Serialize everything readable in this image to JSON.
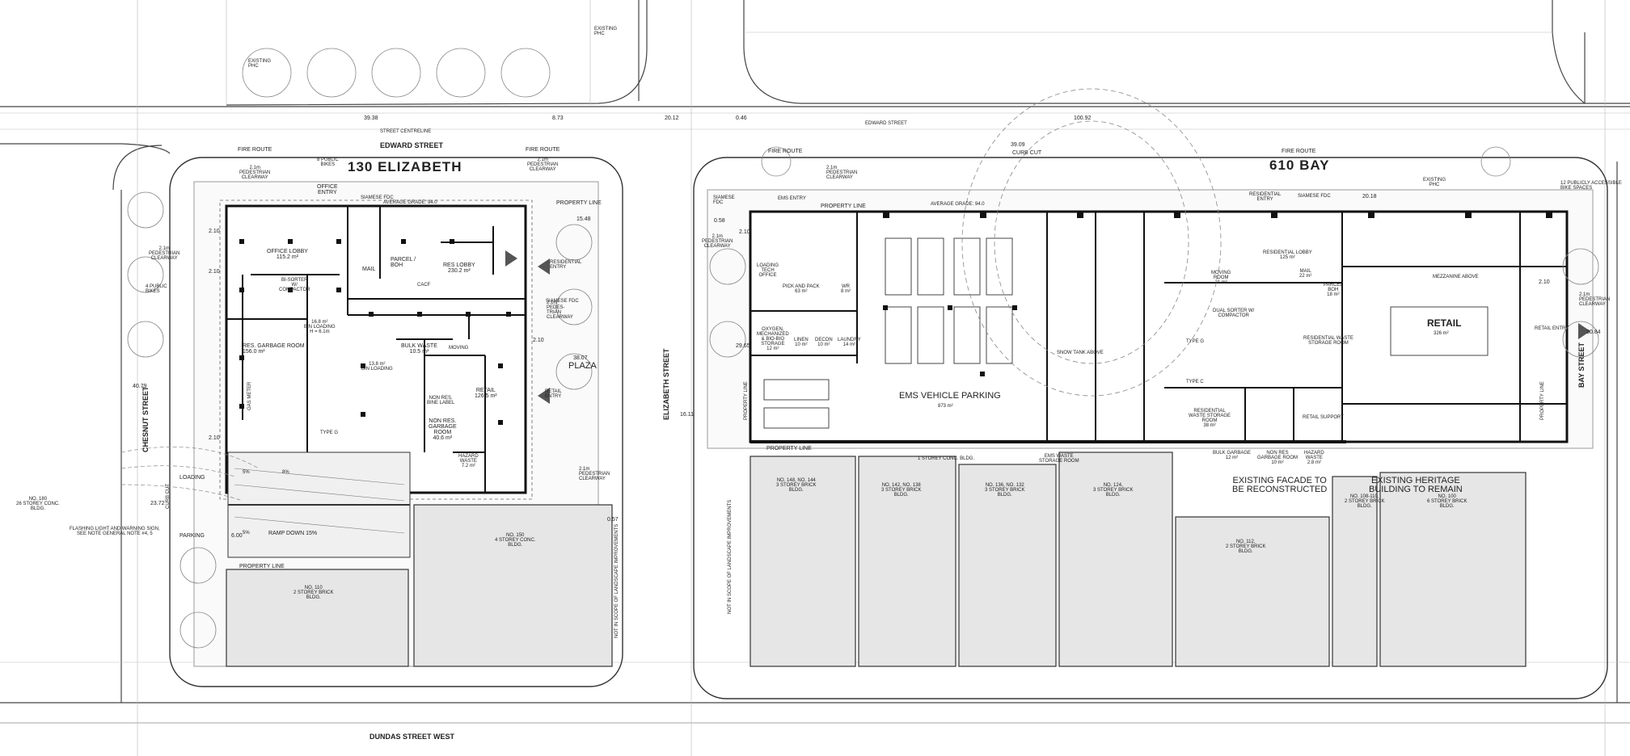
{
  "streets": {
    "edward": "EDWARD STREET",
    "edward_small": "EDWARD STREET",
    "dundas": "DUNDAS STREET WEST",
    "elizabeth": "ELIZABETH STREET",
    "chesnut": "CHESNUT STREET",
    "bay": "BAY STREET",
    "centreline": "STREET CENTRELINE"
  },
  "sites": {
    "left": "130 ELIZABETH",
    "right": "610 BAY"
  },
  "dimensions": {
    "d1": "39.38",
    "d2": "8.73",
    "d3": "20.12",
    "d4": "0.46",
    "d5": "100.92",
    "d6": "39.09",
    "d7": "15.48",
    "d8": "2.10",
    "d9": "2.10",
    "d10": "2.10",
    "d11": "2.10",
    "d12": "29.65",
    "d13": "16.11",
    "d14": "0.57",
    "d15": "30.84",
    "d16": "38.07",
    "d17": "40.79",
    "d18": "23.72",
    "d19": "20.18",
    "d20": "0.58",
    "d21": "2.10",
    "d22": "6.00",
    "d23": "2.10",
    "d24": "2.10"
  },
  "left_site": {
    "fire_route": "FIRE ROUTE",
    "fire_route_2": "FIRE ROUTE",
    "pedestrian_clearway_n": "2.1m\nPEDESTRIAN\nCLEARWAY",
    "pedestrian_clearway_ne": "2.1m\nPEDESTRIAN\nCLEARWAY",
    "pedestrian_clearway_w": "2.1m\nPEDESTRIAN\nCLEARWAY",
    "pedestrian_clearway_e": "2.1m\nPEDES-\nTRIAN\nCLEARWAY",
    "pedestrian_clearway_se": "2.1m\nPEDESTRIAN\nCLEARWAY",
    "public_bikes_n": "8 PUBLIC\nBIKES",
    "public_bikes_w": "4 PUBLIC\nBIKES",
    "office_entry": "OFFICE\nENTRY",
    "siamese": "SIAMESE FDC",
    "siamese_e": "SIAMESE FDC",
    "avg_grade": "AVERAGE GRADE: 94.0",
    "property_line": "PROPERTY LINE",
    "property_line_s": "PROPERTY LINE",
    "existing_phc": "EXISTING\nPHC",
    "existing_phc_2": "EXISTING\nPHC",
    "office_lobby": "OFFICE LOBBY\n115.2 m²",
    "parcel": "PARCEL /\nBOH",
    "mail": "MAIL",
    "res_lobby": "RES LOBBY\n230.2 m²",
    "cacf": "CACF",
    "residential_entry": "RESIDENTIAL\nENTRY",
    "bi_sorter": "BI-SORTER\nW/\nCOMPACTOR",
    "bin_loading": "16.8 m²\nBIN LOADING\nH = 6.1m",
    "res_garbage": "RES. GARBAGE ROOM\n156.0 m²",
    "bin_loading_2": "13.8 m²\nBIN LOADING",
    "bulk_waste": "BULK WASTE\n10.5 m²",
    "moving": "MOVING",
    "non_res_bin": "NON RES.\nBINE LABEL",
    "non_res_garbage": "NON RES.\nGARBAGE\nROOM\n40.6 m²",
    "retail": "RETAIL\n126.5 m²",
    "retail_entry": "RETAIL\nENTRY",
    "hazard": "HAZARD\nWASTE\n7.2 m²",
    "plaza": "PLAZA",
    "gas_meter": "GAS METER",
    "loading": "LOADING",
    "parking": "PARKING",
    "ramp_down": "RAMP DOWN 15%",
    "flashing": "FLASHING LIGHT AND WARNING SIGN,\nSEE NOTE GENERAL NOTE #4, 5",
    "curb_cut": "CURB CUT",
    "no_180": "NO. 180\n26 STOREY CONC.\nBLDG.",
    "no_150": "NO. 150\n4 STOREY CONC.\nBLDG.",
    "no_110": "NO. 110\n2 STOREY BRICK\nBLDG.",
    "not_in_scope": "NOT IN SCOPE OF LANDSCAPE IMPROVEMENTS",
    "type_g": "TYPE G",
    "slope_1": "5%",
    "slope_2": "8%",
    "slope_3": "5%"
  },
  "right_site": {
    "fire_route_1": "FIRE ROUTE",
    "fire_route_2": "FIRE ROUTE",
    "curb_cut": "CURB CUT",
    "pedestrian_n": "2.1m\nPEDESTRIAN\nCLEARWAY",
    "pedestrian_w": "2.1m\nPEDESTRIAN\nCLEARWAY",
    "pedestrian_e": "2.1m\nPEDESTRIAN\nCLEARWAY",
    "siamese_1": "SIAMESE\nFDC",
    "siamese_2": "SIAMESE FDC",
    "ems_entry": "EMS ENTRY",
    "property_line": "PROPERTY LINE",
    "property_line_s": "PROPERTY LINE",
    "property_line_w": "PROPERTY LINE",
    "property_line_e": "PROPERTY LINE",
    "avg_grade": "AVERAGE GRADE: 94.0",
    "residential_entry": "RESIDENTIAL\nENTRY",
    "existing_phc": "EXISTING\nPHC",
    "accessible_bikes": "12 PUBLICLY ACCESSIBLE\nBIKE SPACES",
    "loading_tech": "LOADING\nTECH\nOFFICE",
    "pick_and_pack": "PICK AND PACK\n63 m²",
    "wr": "WR\n8 m²",
    "oxygen": "OXYGEN,\nMECHANIZED\n& BIO-BIO\nSTORAGE\n12 m²",
    "linen": "LINEN\n10 m²",
    "decon": "DECON\n10 m²",
    "laundry": "LAUNDRY\n14 m²",
    "ems_parking": "EMS VEHICLE PARKING",
    "ems_parking_area": "873 m²",
    "snow_tank": "SNOW TANK ABOVE",
    "residential_lobby": "RESIDENTIAL LOBBY\n125 m²",
    "moving_room": "MOVING\nROOM\n21 m²",
    "mail": "MAIL\n22 m²",
    "parcel_boh": "PARCEL\nBOH\n18 m²",
    "dual_sorter": "DUAL SORTER W/\nCOMPACTOR",
    "residential_waste": "RESIDENTIAL WASTE\nSTORAGE ROOM",
    "type_g": "TYPE G",
    "type_c": "TYPE C",
    "res_waste_room": "RESIDENTIAL\nWASTE STORAGE\nROOM\n38 m²",
    "bulk_garbage": "BULK GARBAGE\n12 m²",
    "non_res_garbage": "NON RES\nGARBAGE ROOM\n10 m²",
    "hazard_waste": "HAZARD\nWASTE\n2.8 m²",
    "ems_waste": "EMS WASTE\nSTORAGE ROOM",
    "retail_support": "RETAIL SUPPORT",
    "retail": "RETAIL",
    "retail_area": "326 m²",
    "retail_entry": "RETAIL ENTRY",
    "mezzanine": "MEZZANINE ABOVE",
    "one_storey": "1 STOREY CONC. BLDG.",
    "no_148": "NO. 148, NO. 144\n3 STOREY BRICK\nBLDG.",
    "no_142": "NO. 142, NO. 138\n3 STOREY BRICK\nBLDG.",
    "no_136": "NO. 136, NO. 132\n3 STOREY BRICK\nBLDG.",
    "no_124": "NO. 124,\n3 STOREY BRICK\nBLDG.",
    "no_112": "NO. 112,\n2 STOREY BRICK\nBLDG.",
    "no_108": "NO. 108-110,\n2 STOREY BRICK\nBLDG.",
    "no_100": "NO. 100\n6 STOREY BRICK\nBLDG.",
    "existing_facade": "EXISTING FACADE TO\nBE RECONSTRUCTED",
    "existing_heritage": "EXISTING HERITAGE\nBUILDING TO REMAIN",
    "not_in_scope": "NOT IN SCOPE OF LANDSCAPE IMPROVEMENTS",
    "existing_phc_top": "EXISTING\nPHC"
  }
}
